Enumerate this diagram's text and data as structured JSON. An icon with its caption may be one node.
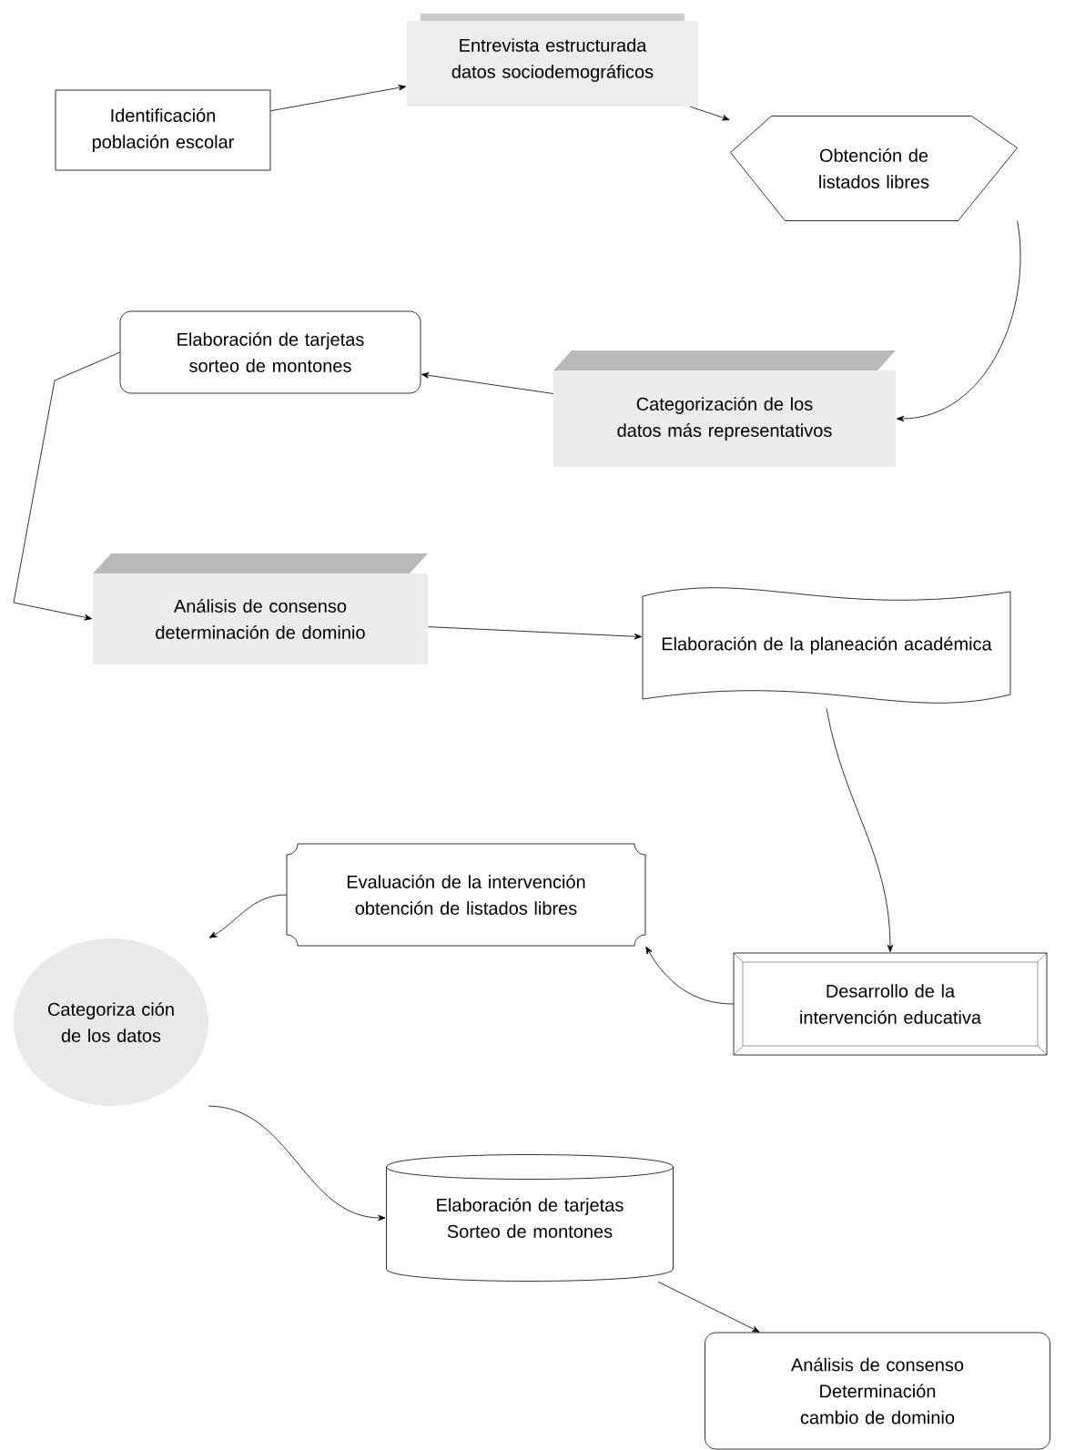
{
  "diagram": {
    "nodes": [
      {
        "text": [
          "Identificación población escolar"
        ]
      },
      {
        "text": [
          "Entrevista estructurada datos sociodemográficos"
        ]
      },
      {
        "text": [
          "Obtención de listados libres"
        ]
      },
      {
        "text": [
          "Elaboración de tarjetas sorteo de montones"
        ]
      },
      {
        "text": [
          "Categorización de los datos más representativos"
        ]
      },
      {
        "text": [
          "Análisis de consenso determinación de dominio"
        ]
      },
      {
        "text": [
          "Elaboración de la planeación académica"
        ]
      },
      {
        "text": [
          "Evaluación de la intervención obtención de listados libres"
        ]
      },
      {
        "text": [
          "Desarrollo de la intervención educativa"
        ]
      },
      {
        "text": [
          "Categoriza ción de los datos"
        ]
      },
      {
        "text": [
          "Elaboración de tarjetas Sorteo de montones"
        ]
      },
      {
        "text": [
          "Análisis de consenso Determinación cambio de dominio"
        ]
      }
    ],
    "edges": [
      {
        "from": 0,
        "to": 1,
        "arrow": "to"
      },
      {
        "from": 1,
        "to": 2,
        "arrow": "to"
      },
      {
        "from": 2,
        "to": 4,
        "arrow": "to"
      },
      {
        "from": 4,
        "to": 3,
        "arrow": "to"
      },
      {
        "from": 3,
        "to": 5,
        "arrow": "to"
      },
      {
        "from": 5,
        "to": 6,
        "arrow": "to"
      },
      {
        "from": 6,
        "to": 8,
        "arrow": "to"
      },
      {
        "from": 8,
        "to": 7,
        "arrow": "to"
      },
      {
        "from": 7,
        "to": 9,
        "arrow": "to"
      },
      {
        "from": 9,
        "to": 10,
        "arrow": "to"
      },
      {
        "from": 10,
        "to": 11,
        "arrow": "to"
      }
    ]
  }
}
